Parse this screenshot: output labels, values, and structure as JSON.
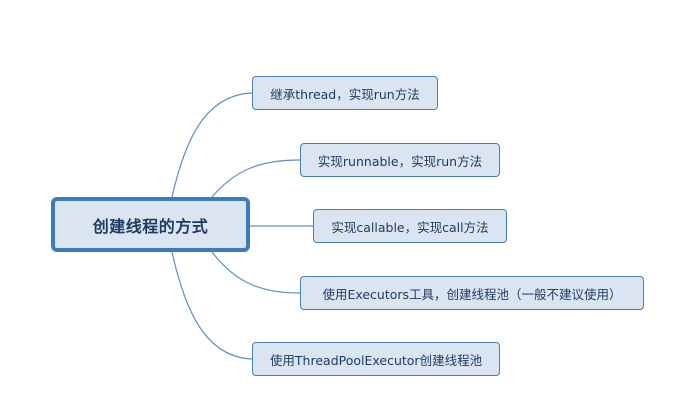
{
  "mindmap": {
    "root": "创建线程的方式",
    "branches": [
      "继承thread，实现run方法",
      "实现runnable，实现run方法",
      "实现callable，实现call方法",
      "使用Executors工具，创建线程池（一般不建议使用）",
      "使用ThreadPoolExecutor创建线程池"
    ]
  },
  "colors": {
    "node_fill": "#dbe5f1",
    "node_border": "#4a7fb5",
    "root_border": "#3d7bbf",
    "edge": "#5b8fc7",
    "text": "#1f3b63"
  }
}
